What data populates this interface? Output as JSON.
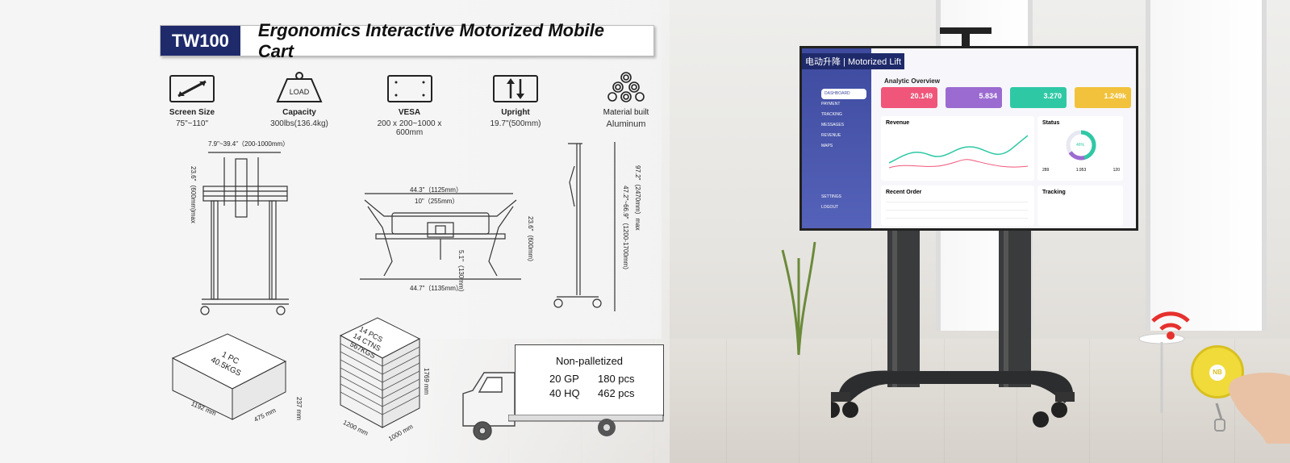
{
  "header": {
    "model": "TW100",
    "title": "Ergonomics Interactive Motorized Mobile Cart"
  },
  "specs": [
    {
      "icon": "screen-size-icon",
      "label": "Screen Size",
      "value": "75\"~110\""
    },
    {
      "icon": "load-capacity-icon",
      "icon_text": "LOAD",
      "label": "Capacity",
      "value": "300lbs(136.4kg)"
    },
    {
      "icon": "vesa-icon",
      "label": "VESA",
      "value": "200 x 200~1000 x 600mm"
    },
    {
      "icon": "upright-icon",
      "label": "Upright",
      "value": "19.7\"(500mm)"
    },
    {
      "icon": "material-icon",
      "label": "Material built",
      "value": "Aluminum"
    }
  ],
  "dimensions": {
    "front_width": "7.9\"~39.4\"（200-1000mm）",
    "front_height": "23.6\"（600mm)max",
    "base_top": "44.3\"（1125mm）",
    "base_mid": "10\"（255mm）",
    "base_depth": "23.6\"（600mm）",
    "base_center": "5.1\"（130mm）",
    "base_bottom": "44.7\"（1135mm）",
    "side_inner": "47.2\"~66.9\"（1200-1700mm）",
    "side_outer": "97.2\"（2470mm）max"
  },
  "package_single": {
    "line1": "1 PC",
    "line2": "40.5KGS",
    "w": "1192 mm",
    "d": "475 mm",
    "h": "237 mm"
  },
  "package_pallet": {
    "line1": "14 PCS",
    "line2": "14 CTNS",
    "line3": "567KGS",
    "w": "1200 mm",
    "d": "1000 mm",
    "h": "1769 mm"
  },
  "shipping": {
    "title": "Non-palletized",
    "rows": [
      {
        "container": "20 GP",
        "qty": "180 pcs"
      },
      {
        "container": "40 HQ",
        "qty": "462 pcs"
      }
    ]
  },
  "monitor": {
    "label": "电动升降 | Motorized Lift",
    "dashboard_title": "Analytic Overview",
    "cards": [
      {
        "value": "20.149",
        "color": "#f0567a"
      },
      {
        "value": "5.834",
        "color": "#9b6bd1"
      },
      {
        "value": "3.270",
        "color": "#2fc8a5"
      },
      {
        "value": "1.249k",
        "color": "#f2c23c"
      }
    ],
    "revenue_title": "Revenue",
    "status_title": "Status",
    "status_pct": "46%",
    "status_nums": [
      "289",
      "1.953",
      "120"
    ],
    "recent_title": "Recent Order",
    "tracking_title": "Tracking",
    "menu": [
      "DASHBOARD",
      "PAYMENT",
      "TRACKING",
      "MESSAGES",
      "REVENUE",
      "MAPS",
      "SETTINGS",
      "LOGOUT"
    ]
  },
  "remote": {
    "logo": "NB"
  },
  "colors": {
    "brand": "#1f2a6b",
    "accent_red": "#e6312e",
    "key_yellow": "#f0db3a"
  }
}
